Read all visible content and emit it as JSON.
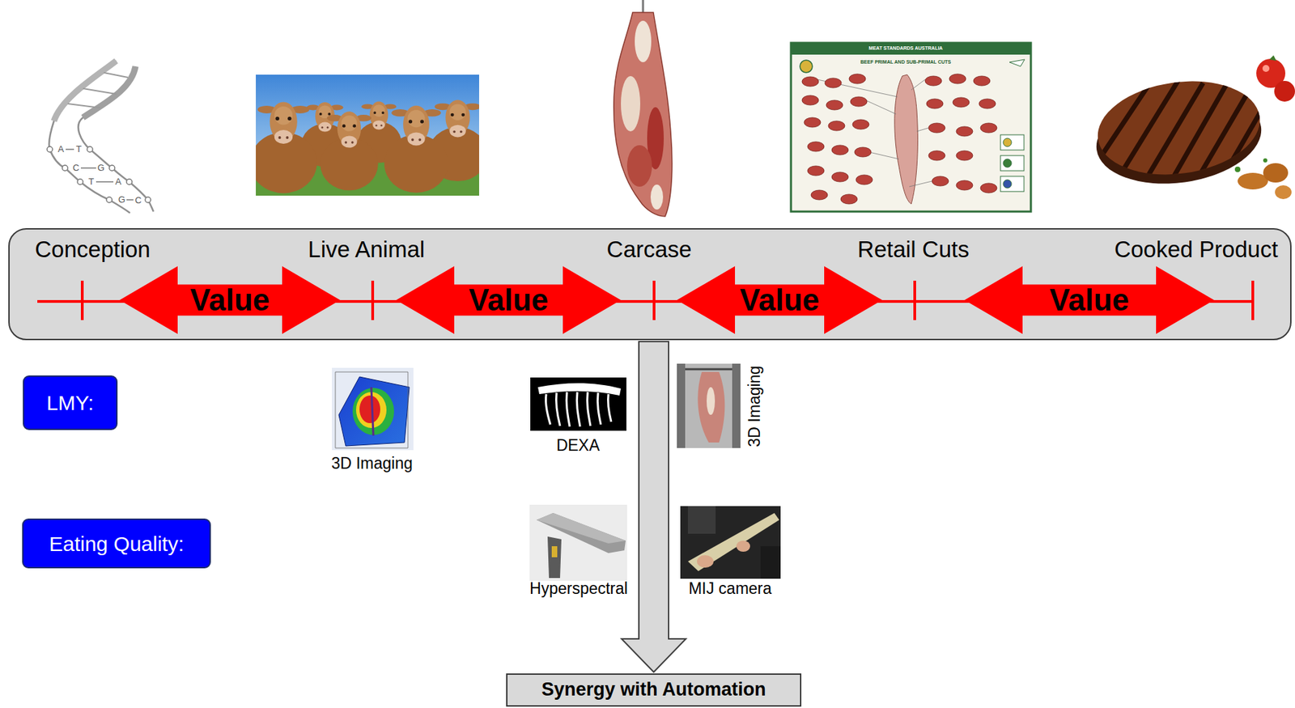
{
  "diagram": {
    "nodes": [
      {
        "text": [
          "Conception",
          "Live Animal",
          "Carcase",
          "Retail Cuts",
          "Cooked Product"
        ]
      },
      {
        "text": [
          "Value"
        ],
        "in": 0
      },
      {
        "text": [
          "Value"
        ],
        "in": 0
      },
      {
        "text": [
          "Value"
        ],
        "in": 0
      },
      {
        "text": [
          "Value"
        ],
        "in": 0
      },
      {
        "text": [
          "LMY:"
        ]
      },
      {
        "text": [
          "Eating Quality:"
        ]
      },
      {
        "text": [
          "Synergy with Automation"
        ]
      }
    ],
    "edges": [
      {
        "from": 0,
        "to": 7,
        "arrow": "to"
      }
    ],
    "labels": [
      "A",
      "T",
      "C",
      "G",
      "T",
      "A",
      "G",
      "C",
      "MEAT STANDARDS AUSTRALIA",
      "BEEF PRIMAL AND SUB-PRIMAL CUTS",
      "3D Imaging",
      "DEXA",
      "3D Imaging",
      "Hyperspectral",
      "MIJ camera"
    ]
  }
}
